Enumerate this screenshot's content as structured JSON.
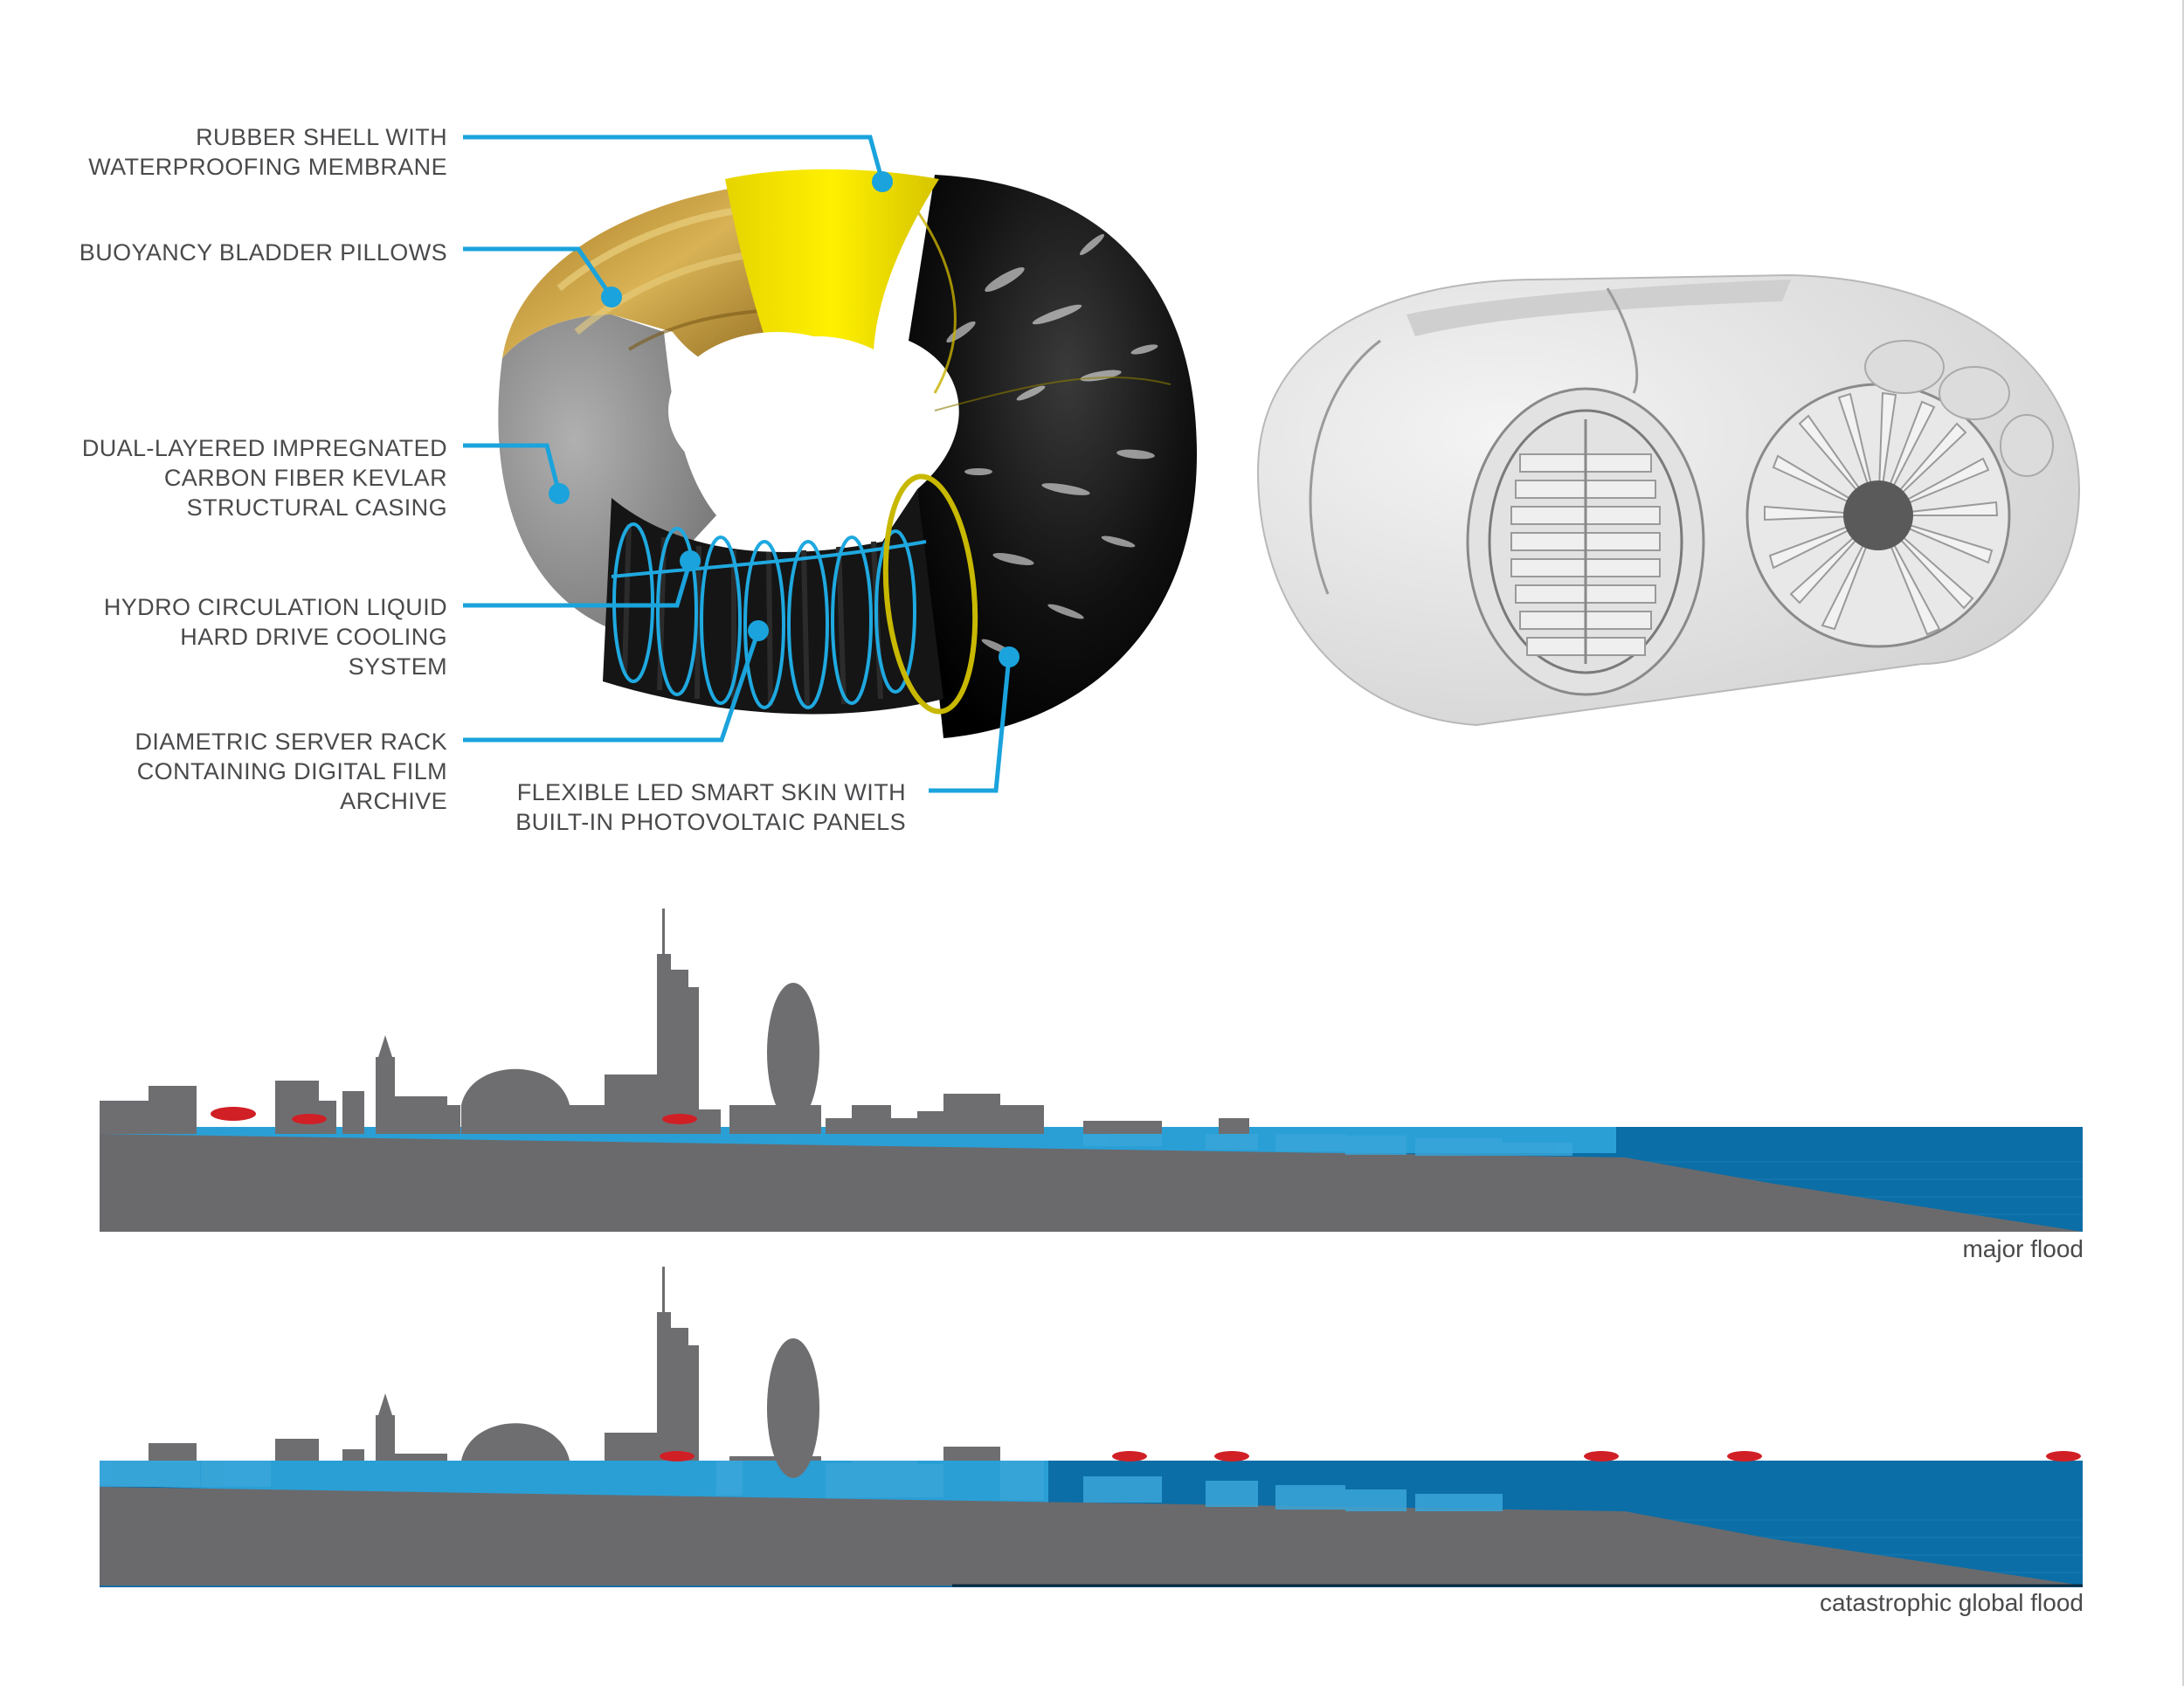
{
  "callouts": [
    {
      "id": "rubber-shell",
      "text": "RUBBER SHELL WITH\nWATERPROOFING MEMBRANE"
    },
    {
      "id": "buoyancy",
      "text": "BUOYANCY BLADDER PILLOWS"
    },
    {
      "id": "casing",
      "text": "DUAL-LAYERED IMPREGNATED\nCARBON FIBER KEVLAR\nSTRUCTURAL CASING"
    },
    {
      "id": "cooling",
      "text": "HYDRO CIRCULATION LIQUID\nHARD DRIVE COOLING\nSYSTEM"
    },
    {
      "id": "server",
      "text": "DIAMETRIC SERVER RACK\nCONTAINING DIGITAL FILM\nARCHIVE"
    },
    {
      "id": "led-skin",
      "text": "FLEXIBLE LED SMART SKIN WITH\nBUILT-IN PHOTOVOLTAIC PANELS"
    }
  ],
  "scenarios": [
    {
      "id": "major",
      "caption": "major flood"
    },
    {
      "id": "catastrophic",
      "caption": "catastrophic global flood"
    }
  ],
  "colors": {
    "callout_blue": "#1aa3dc",
    "water": "#2a9fd6",
    "deep_water": "#0b6ea6",
    "city_gray": "#6e6e71",
    "ground": "#6a6a6d",
    "pod_red": "#d11f26",
    "shell_yellow": "#f5e600",
    "bladder_gold": "#c49a3a",
    "casing_gray": "#9a9a9a",
    "skin_black": "#0c0c0c"
  }
}
